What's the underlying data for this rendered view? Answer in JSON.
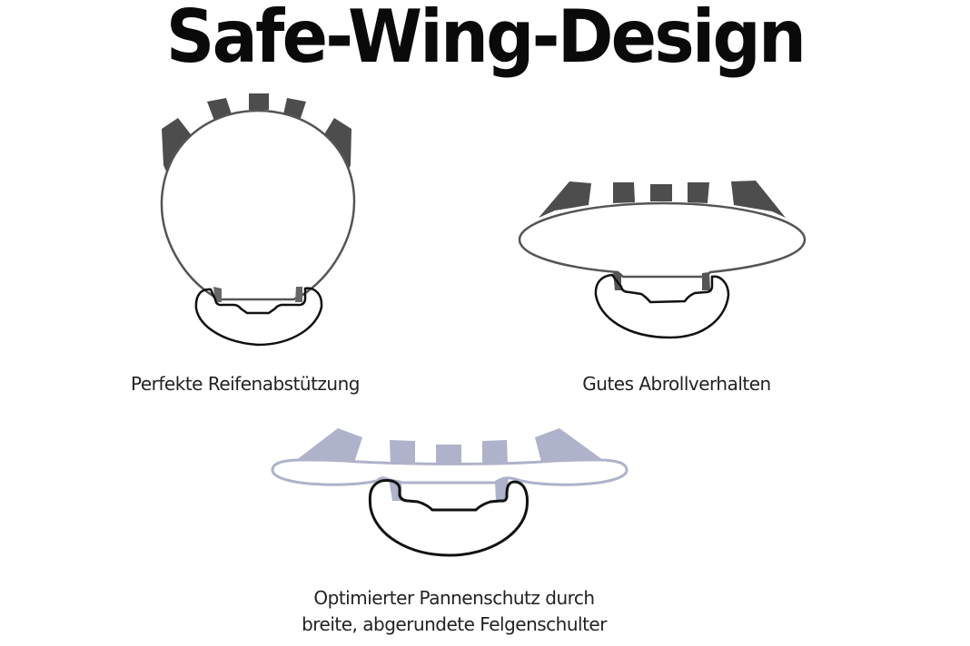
{
  "title": "Safe-Wing-Design",
  "colors": {
    "tread_dark": "#4d4d4d",
    "tread_light": "#aeb2ca",
    "tire_outline_dark": "#555555",
    "tire_outline_light": "#aeb2ca",
    "rim_outline": "#111111"
  },
  "diagrams": [
    {
      "id": "round-tire",
      "caption": "Perfekte Reifenabstützung"
    },
    {
      "id": "wide-tire",
      "caption": "Gutes Abrollverhalten"
    },
    {
      "id": "safe-wing-tire",
      "caption_line1": "Optimierter Pannenschutz durch",
      "caption_line2": "breite, abgerundete Felgenschulter"
    }
  ]
}
